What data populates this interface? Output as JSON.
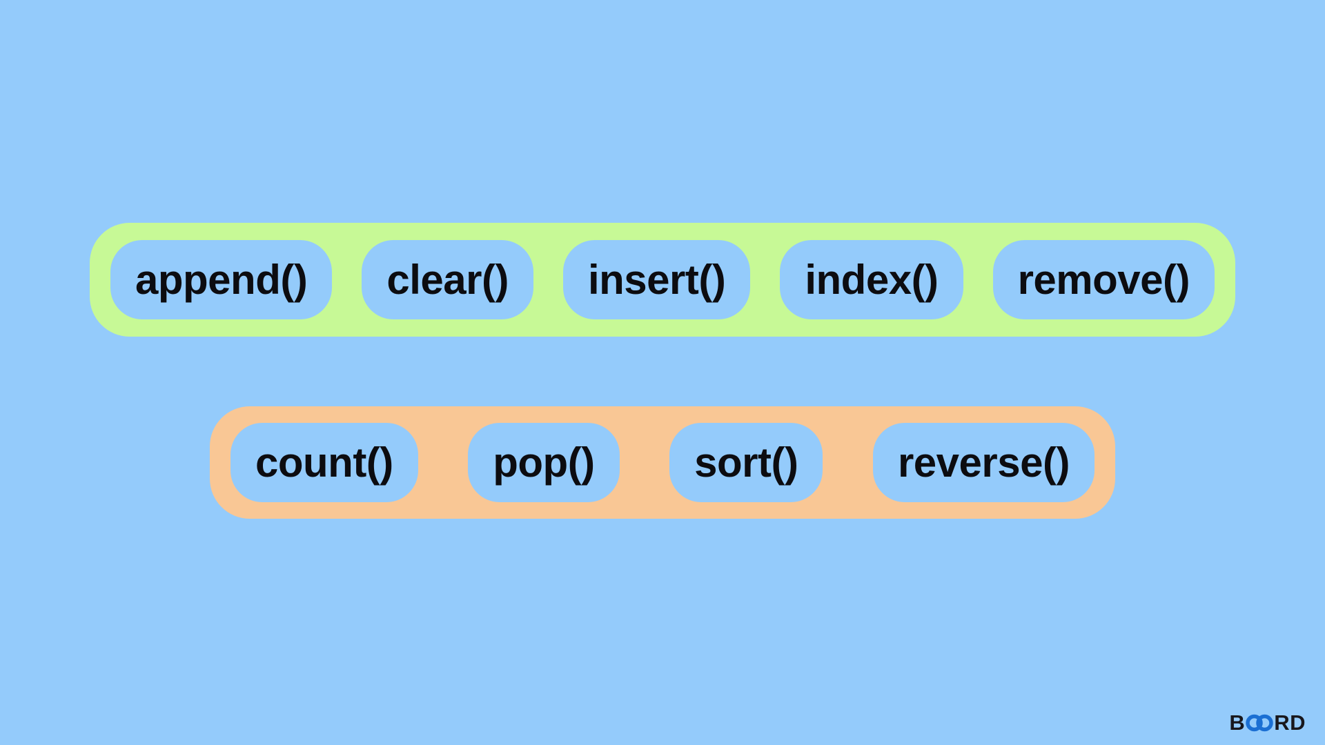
{
  "page": {
    "background_color": "#94CBFB",
    "pill_color": "#94CBFB",
    "text_color": "#0C0C10"
  },
  "groups": [
    {
      "id": "list-methods-group-1",
      "container_color": "#C7F996",
      "methods": [
        "append()",
        "clear()",
        "insert()",
        "index()",
        "remove()"
      ]
    },
    {
      "id": "list-methods-group-2",
      "container_color": "#F9C795",
      "methods": [
        "count()",
        "pop()",
        "sort()",
        "reverse()"
      ]
    }
  ],
  "logo": {
    "prefix": "B",
    "suffix": "RD",
    "infinity_icon_color": "#1B6FD3",
    "text_color": "#18171C"
  }
}
